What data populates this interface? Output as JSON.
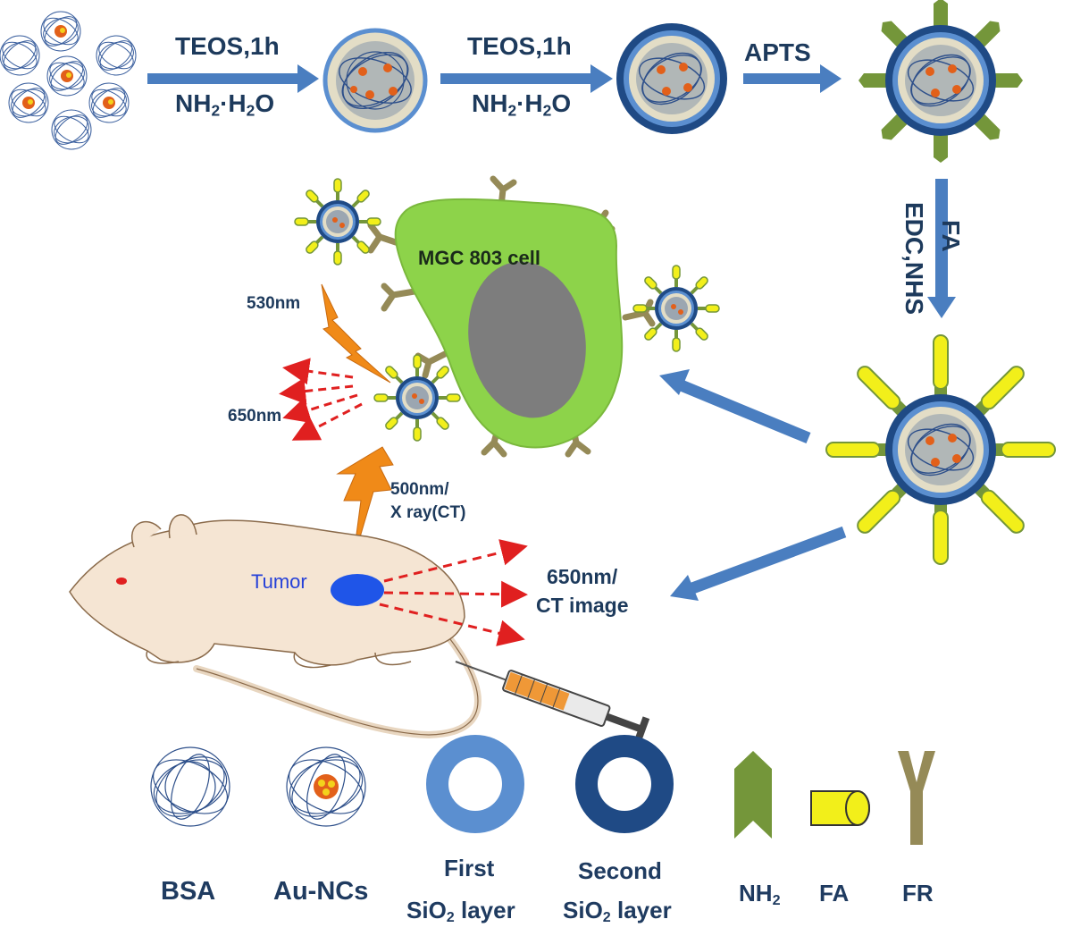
{
  "steps": {
    "step1_top": "TEOS,1h",
    "step1_bottom_a": "NH",
    "step1_bottom_sub": "2",
    "step1_bottom_b": "·H",
    "step1_bottom_sub2": "2",
    "step1_bottom_c": "O",
    "step2_top": "TEOS,1h",
    "step2_bottom_a": "NH",
    "step2_bottom_sub": "2",
    "step2_bottom_b": "·H",
    "step2_bottom_sub2": "2",
    "step2_bottom_c": "O",
    "step3": "APTS",
    "step4_a": "FA",
    "step4_b": "EDC,NHS"
  },
  "cell_label": "MGC 803 cell",
  "excitation_cell": "530nm",
  "emission_cell": "650nm",
  "excitation_mouse_a": "500nm/",
  "excitation_mouse_b": "X ray(CT)",
  "tumor_label": "Tumor",
  "output_a": "650nm/",
  "output_b": "CT image",
  "legend": {
    "bsa": "BSA",
    "aunc": "Au-NCs",
    "first_a": "First",
    "first_b_pre": "SiO",
    "first_b_sub": "2",
    "first_b_post": " layer",
    "second_a": "Second",
    "second_b_pre": "SiO",
    "second_b_sub": "2",
    "second_b_post": " layer",
    "nh2_pre": "NH",
    "nh2_sub": "2",
    "fa": "FA",
    "fr": "FR"
  },
  "colors": {
    "arrow_blue": "#4a7ec0",
    "first_layer": "#5b8fd0",
    "second_layer": "#1f4a85",
    "core_beige": "#e3ddc6",
    "nh2_green": "#74963a",
    "fa_yellow": "#f2ef1a",
    "fr_khaki": "#958a57",
    "cell_green": "#8dd34a",
    "nucleus_gray": "#7d7d7d",
    "laser_orange": "#f08a18",
    "emission_red": "#e02020",
    "mouse_body": "#f5e5d3",
    "tumor_blue": "#1f55e8"
  }
}
